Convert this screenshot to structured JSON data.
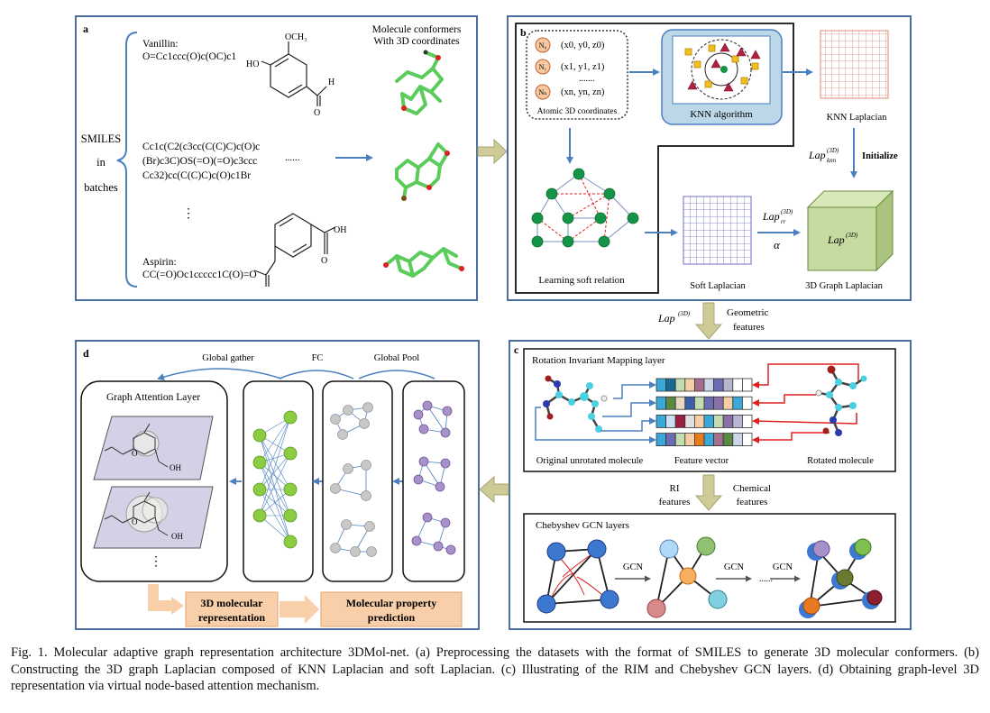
{
  "colors": {
    "panel_border": "#4a6ea0",
    "flow_arrow": "#a8a470",
    "blue_arrow": "#4a80c0",
    "graph_node_green": "#159447",
    "cube_fill": "#c6dba0",
    "knn_box": "#bcd8e8",
    "output_box": "#f8cfa8",
    "plane_fill": "#d6d0e6",
    "red_line": "#e02020"
  },
  "panel_a": {
    "label": "a",
    "smiles_label": [
      "SMILES",
      "in",
      "batches"
    ],
    "vanillin_name": "Vanillin:",
    "vanillin_smiles": "O=Cc1ccc(O)c(OC)c1",
    "vanillin_och3": "OCH₃",
    "vanillin_ho": "HO",
    "vanillin_h": "H",
    "vanillin_o": "O",
    "middle_smiles": [
      "Cc1c(C2(c3cc(C(C)C)c(O)c",
      "(Br)c3C)OS(=O)(=O)c3ccc",
      "Cc32)cc(C(C)C)c(O)c1Br"
    ],
    "ellipsis_h": "......",
    "ellipsis_v": "⋮",
    "aspirin_name": "Aspirin:",
    "aspirin_smiles": "CC(=O)Oc1ccccc1C(O)=O",
    "aspirin_oh": "OH",
    "aspirin_o": "O",
    "conformer_title": [
      "Molecule conformers",
      "With 3D coordinates"
    ]
  },
  "panel_b": {
    "label": "b",
    "atoms": [
      {
        "node": "N₀",
        "coord": "(x0, y0, z0)"
      },
      {
        "node": "N₁",
        "coord": "(x1, y1, z1)"
      },
      {
        "node": "Nₙ",
        "coord": "(xn, yn, zn)"
      }
    ],
    "coord_dots": ".......",
    "atomic_label": "Atomic 3D coordinates",
    "knn_label": "KNN  algorithm",
    "knn_laplacian": "KNN Laplacian",
    "lap_knn": "Lap",
    "lap_knn_sup": "(3D)",
    "lap_knn_sub": "knn",
    "initialize": "Initialize",
    "soft_relation": "Learning soft relation",
    "soft_laplacian": "Soft Laplacian",
    "lap_rr": "Lap",
    "lap_rr_sup": "(3D)",
    "lap_rr_sub": "rr",
    "alpha": "α",
    "cube_lap": "Lap",
    "cube_lap_sup": "(3D)",
    "graph_laplacian": "3D Graph Laplacian"
  },
  "flow_mid": {
    "lap": "Lap",
    "lap_sup": "(3D)",
    "geometric": [
      "Geometric",
      "features"
    ]
  },
  "panel_c": {
    "label": "c",
    "rim_title": "Rotation Invariant Mapping layer",
    "original": "Original unrotated molecule",
    "feature_vector": "Feature vector",
    "rotated": "Rotated molecule",
    "ri_features": [
      "RI",
      "features"
    ],
    "chemical_features": [
      "Chemical",
      "features"
    ],
    "gcn_title": "Chebyshev  GCN layers",
    "gcn_labels": [
      "GCN",
      "GCN",
      "GCN"
    ],
    "gcn_dots": "......",
    "feature_rows": [
      [
        "#3aa8d8",
        "#1b6a96",
        "#c4ddb0",
        "#f4cfa6",
        "#a66e8e",
        "#cad6ea",
        "#6c6cb2",
        "#b6b6d0",
        "#ffffff",
        "#ffffff"
      ],
      [
        "#3aa8d8",
        "#5a8a40",
        "#e8d8c0",
        "#3a60a8",
        "#c4ddb0",
        "#6c6cb2",
        "#8a70a8",
        "#f4cfa6",
        "#3aa8d8",
        "#ffffff"
      ],
      [
        "#3aa8d8",
        "#c8e0f0",
        "#9a2040",
        "#e0e0e0",
        "#f4cfa6",
        "#3aa8d8",
        "#c4ddb0",
        "#8a70a8",
        "#b6b6d0",
        "#ffffff"
      ],
      [
        "#3aa8d8",
        "#6c6cb2",
        "#c4ddb0",
        "#f4cfa6",
        "#e87a20",
        "#3aa8d8",
        "#a66e8e",
        "#5a8a40",
        "#cad6ea",
        "#ffffff"
      ]
    ]
  },
  "panel_d": {
    "label": "d",
    "global_gather": "Global gather",
    "fc": "FC",
    "global_pool": "Global Pool",
    "gat_title": "Graph  Attention Layer",
    "oh1": "OH",
    "o1": "O",
    "oh2": "OH",
    "o2": "O",
    "ellipsis_v": "⋮",
    "rep_box": [
      "3D molecular",
      "representation"
    ],
    "pred_box": [
      "Molecular property",
      "prediction"
    ]
  },
  "caption": "Fig. 1.  Molecular adaptive graph representation architecture 3DMol-net. (a) Preprocessing the datasets with the format of SMILES to generate 3D molecular conformers. (b) Constructing the 3D graph Laplacian composed of KNN Laplacian and soft Laplacian. (c) Illustrating of the RIM and Chebyshev GCN layers. (d) Obtaining graph-level 3D representation via virtual node-based attention mechanism."
}
